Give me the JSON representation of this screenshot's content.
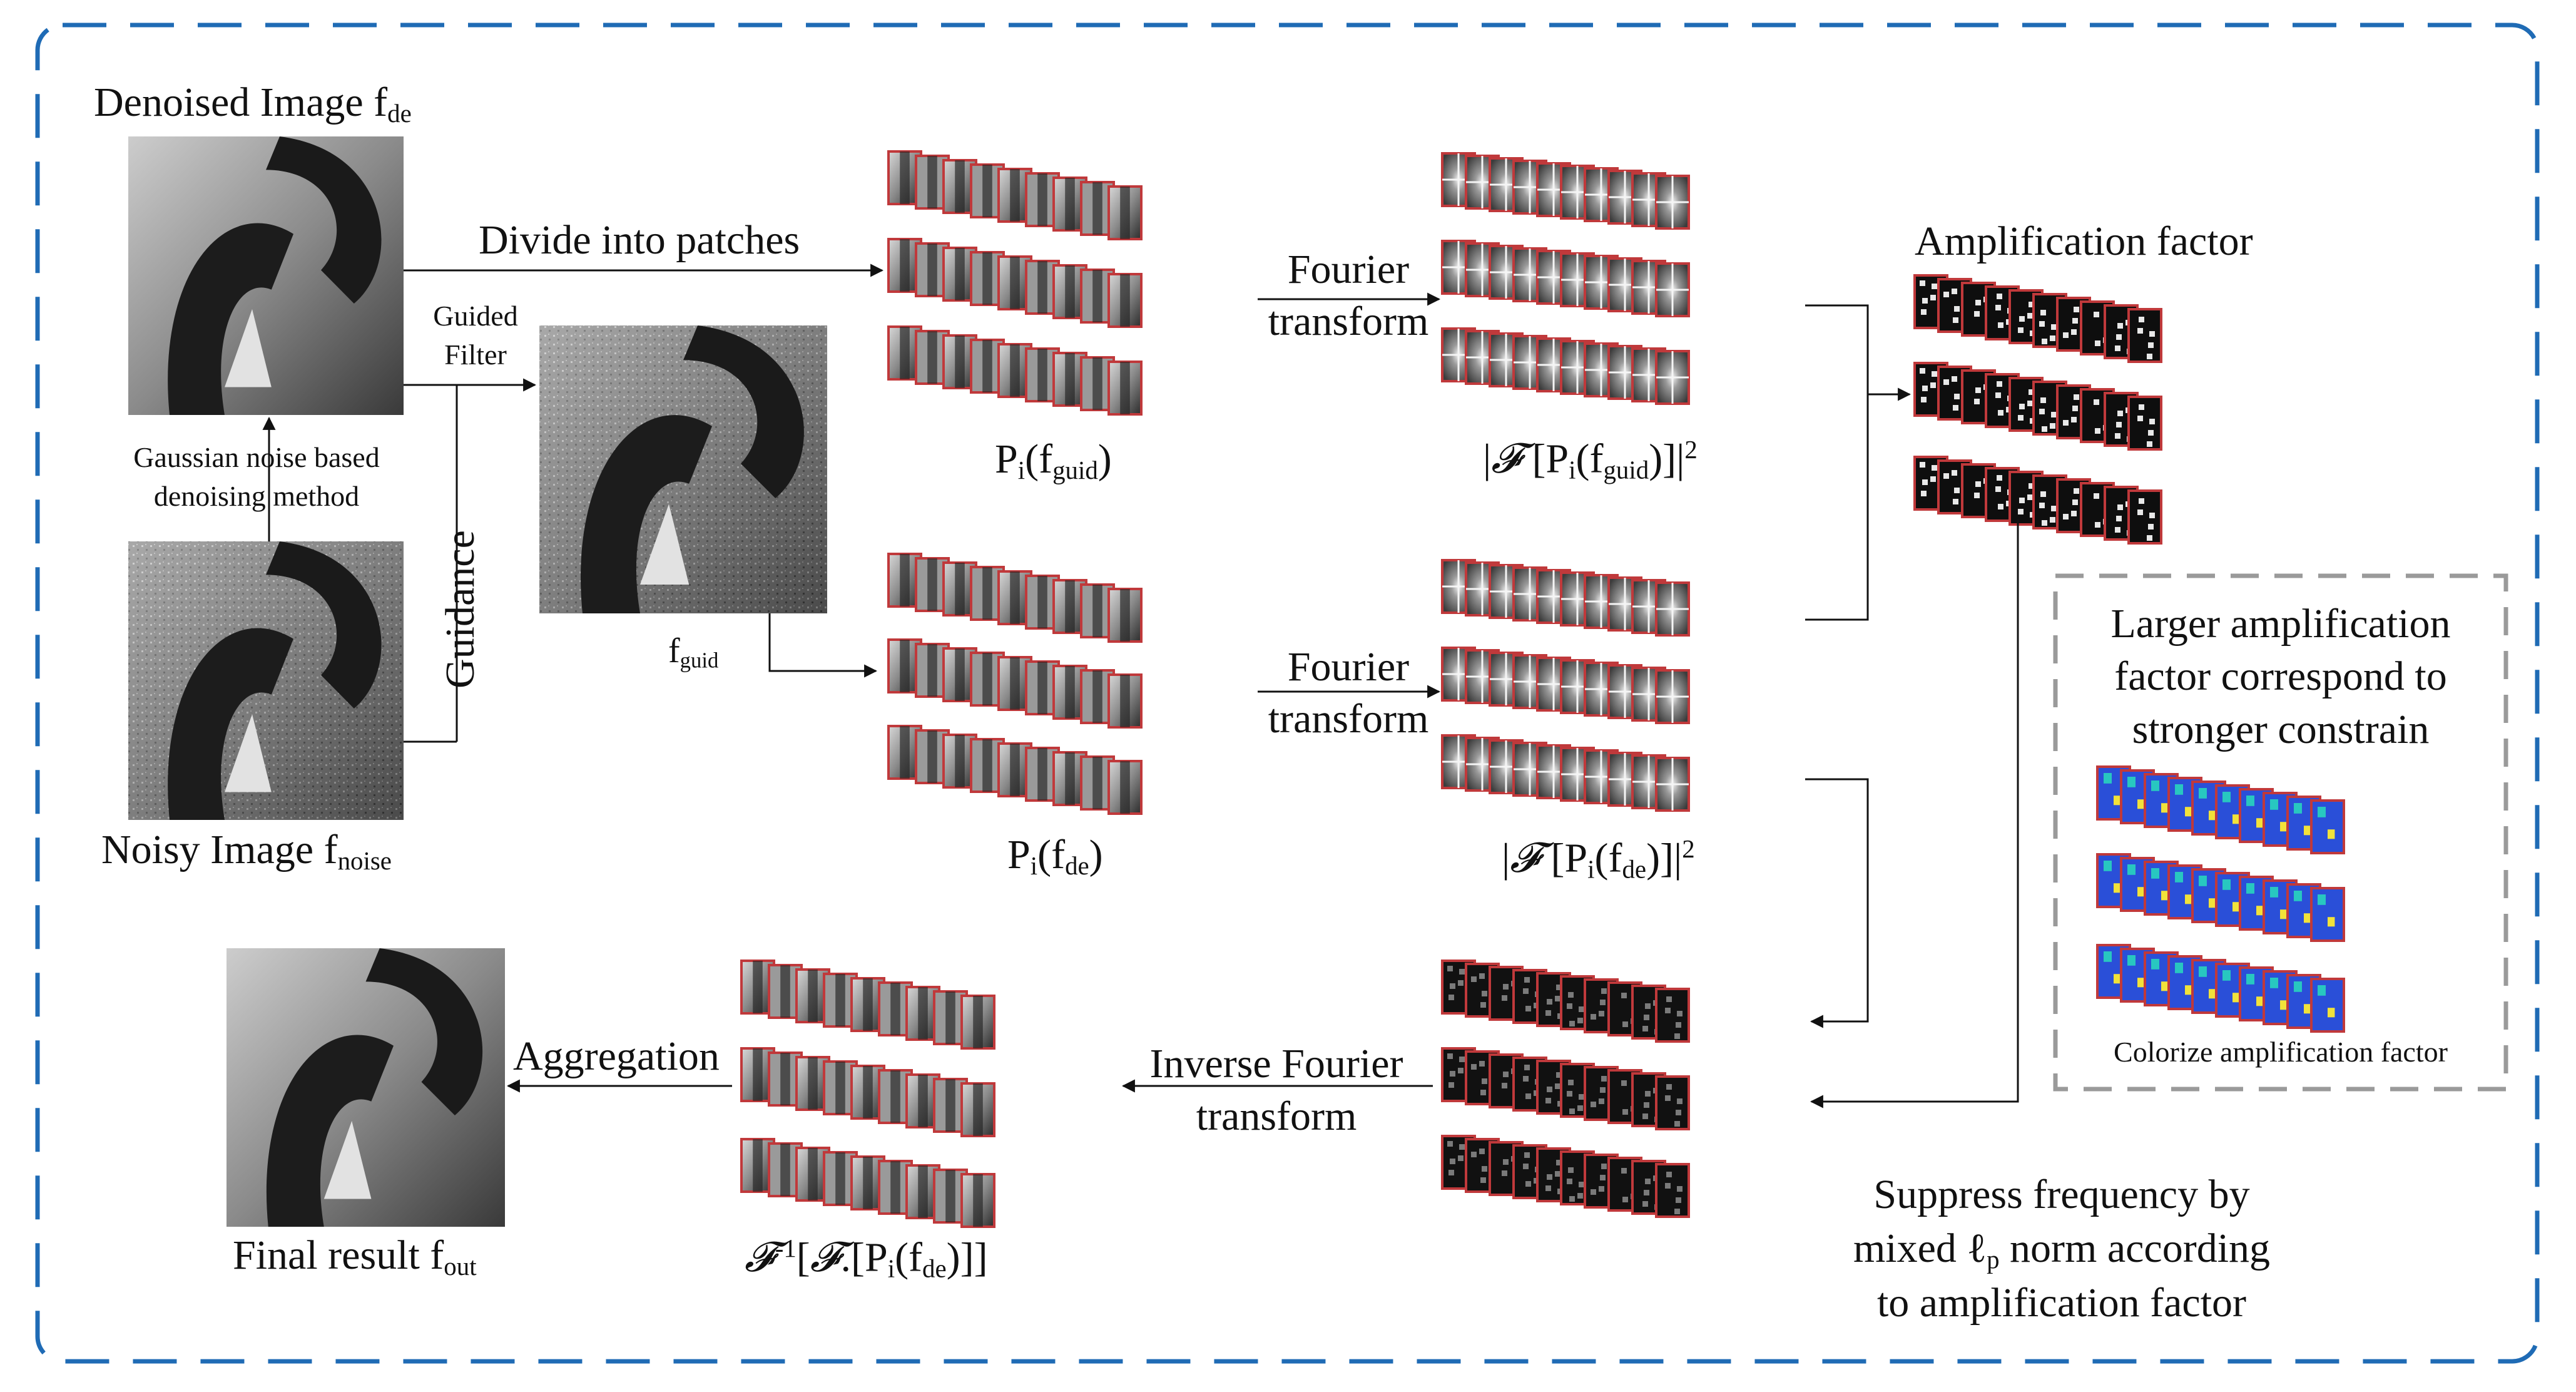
{
  "labels": {
    "denoised_title": "Denoised Image f",
    "denoised_sub": "de",
    "noisy_title": "Noisy Image f",
    "noisy_sub": "noise",
    "gaussian_method": "Gaussian noise based\ndenoising method",
    "guided_filter": "Guided\nFilter",
    "guidance": "Guidance",
    "fguid_main": "f",
    "fguid_sub": "guid",
    "divide": "Divide into patches",
    "fourier": "Fourier\ntransform",
    "p_guid_main": "P",
    "p_guid_i": "i",
    "p_guid_open": "(f",
    "p_guid_sub": "guid",
    "p_guid_close": ")",
    "p_de_main": "P",
    "p_de_i": "i",
    "p_de_open": "(f",
    "p_de_sub": "de",
    "p_de_close": ")",
    "spec_guid_a": "|",
    "spec_guid_f": "𝓕",
    "spec_guid_b": " [P",
    "spec_guid_i": "i",
    "spec_guid_c": "(f",
    "spec_guid_sub": "guid",
    "spec_guid_d": ")]|",
    "spec_guid_sup": "2",
    "spec_de_a": "|",
    "spec_de_f": "𝓕",
    "spec_de_b": " [P",
    "spec_de_i": "i",
    "spec_de_c": "(f",
    "spec_de_sub": "de",
    "spec_de_d": ")]|",
    "spec_de_sup": "2",
    "amp_factor": "Amplification factor",
    "larger_amp": "Larger amplification\nfactor correspond to\nstronger constrain",
    "colorize": "Colorize amplification factor",
    "suppress": "Suppress frequency by\nmixed ℓ",
    "suppress_sub": "p",
    "suppress_tail": " norm according\nto amplification factor",
    "inverse": "Inverse Fourier\ntransform",
    "aggregation": "Aggregation",
    "final_main": "Final result f",
    "final_sub": "out",
    "inv_f": "𝓕",
    "inv_sup": "-1",
    "inv_a": "[",
    "inv_f2": "𝓕",
    "inv_b": ".[P",
    "inv_i": "i",
    "inv_c": "(f",
    "inv_sub": "de",
    "inv_d": ")]]"
  },
  "colors": {
    "frame_dash": "#1f6bb5",
    "patch_border": "#c0393b",
    "group_dash": "#9a9a9a",
    "arrow": "#111111"
  }
}
